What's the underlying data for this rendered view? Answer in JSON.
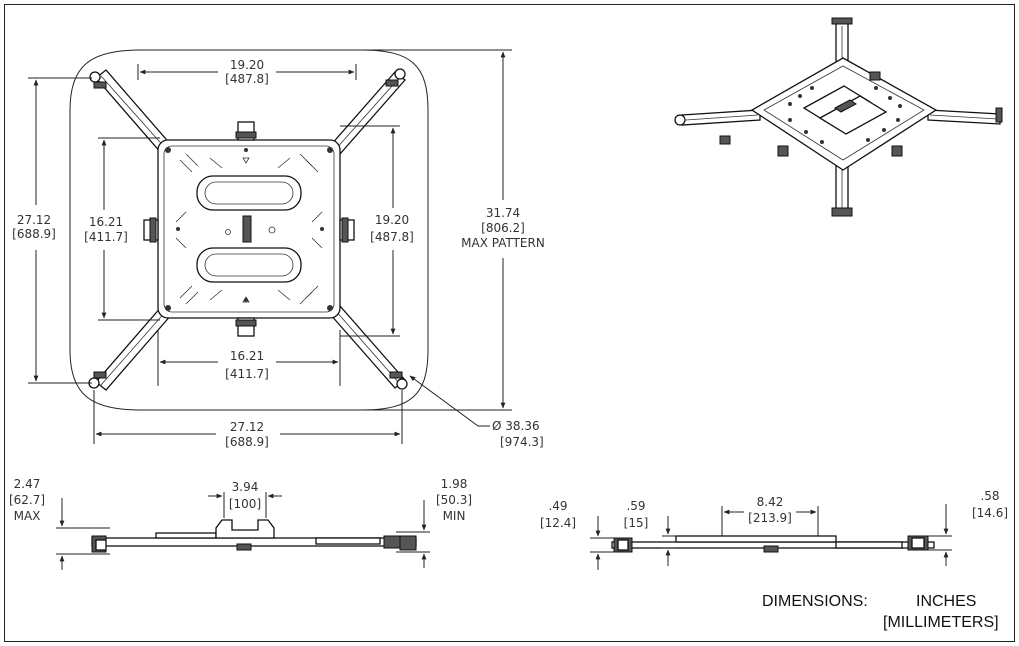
{
  "top_view": {
    "top_width": {
      "in": "19.20",
      "mm": "[487.8]"
    },
    "left_height": {
      "in": "27.12",
      "mm": "[688.9]"
    },
    "inner_left_height": {
      "in": "16.21",
      "mm": "[411.7]"
    },
    "inner_right_height": {
      "in": "19.20",
      "mm": "[487.8]"
    },
    "max_pattern": {
      "in": "31.74",
      "mm": "[806.2]",
      "label": "MAX PATTERN"
    },
    "inner_bottom_width": {
      "in": "16.21",
      "mm": "[411.7]"
    },
    "bottom_width": {
      "in": "27.12",
      "mm": "[688.9]"
    },
    "diameter": {
      "in": "Ø 38.36",
      "mm": "[974.3]"
    }
  },
  "front_view": {
    "max_height": {
      "in": "2.47",
      "mm": "[62.7]",
      "label": "MAX"
    },
    "slot": {
      "in": "3.94",
      "mm": "[100]"
    },
    "min_height": {
      "in": "1.98",
      "mm": "[50.3]",
      "label": "MIN"
    }
  },
  "side_view": {
    "left_height": {
      "in": ".49",
      "mm": "[12.4]"
    },
    "step": {
      "in": ".59",
      "mm": "[15]"
    },
    "width": {
      "in": "8.42",
      "mm": "[213.9]"
    },
    "right_height": {
      "in": ".58",
      "mm": "[14.6]"
    }
  },
  "footer": {
    "label": "DIMENSIONS:",
    "unit_primary": "INCHES",
    "unit_secondary": "[MILLIMETERS]"
  }
}
